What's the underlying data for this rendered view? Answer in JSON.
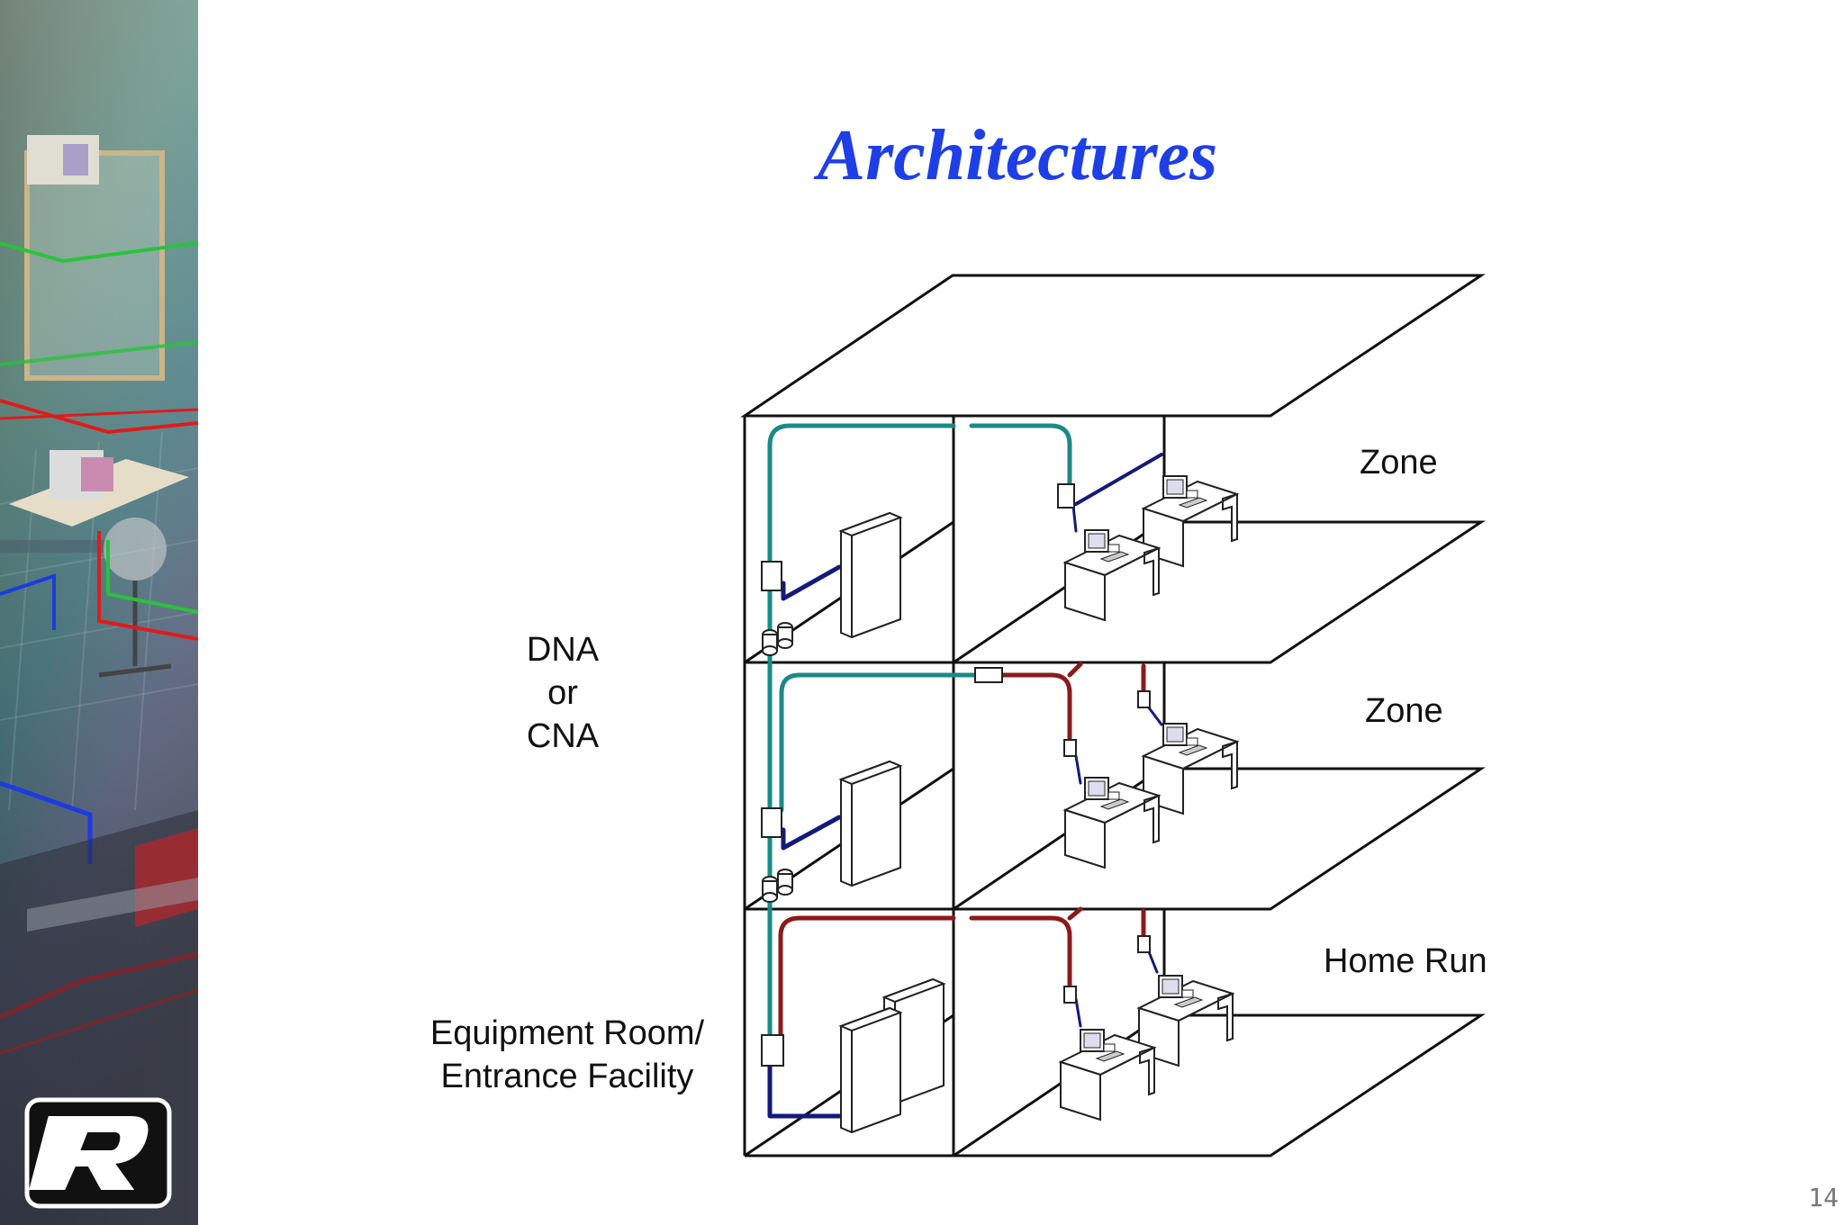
{
  "slide": {
    "title": "Architectures",
    "page_number": "14"
  },
  "labels": {
    "zone_top": "Zone",
    "zone_middle": "Zone",
    "home_run": "Home Run",
    "dna_line1": "DNA",
    "dna_line2": "or",
    "dna_line3": "CNA",
    "equip_line1": "Equipment Room/",
    "equip_line2": "Entrance Facility"
  },
  "colors": {
    "title": "#1f3fe6",
    "teal_cable": "#1a8a86",
    "red_cable": "#8b1a1a",
    "navy_cable": "#141a7a",
    "outline": "#111111"
  },
  "icons": {
    "logo": "r-logo-icon"
  }
}
